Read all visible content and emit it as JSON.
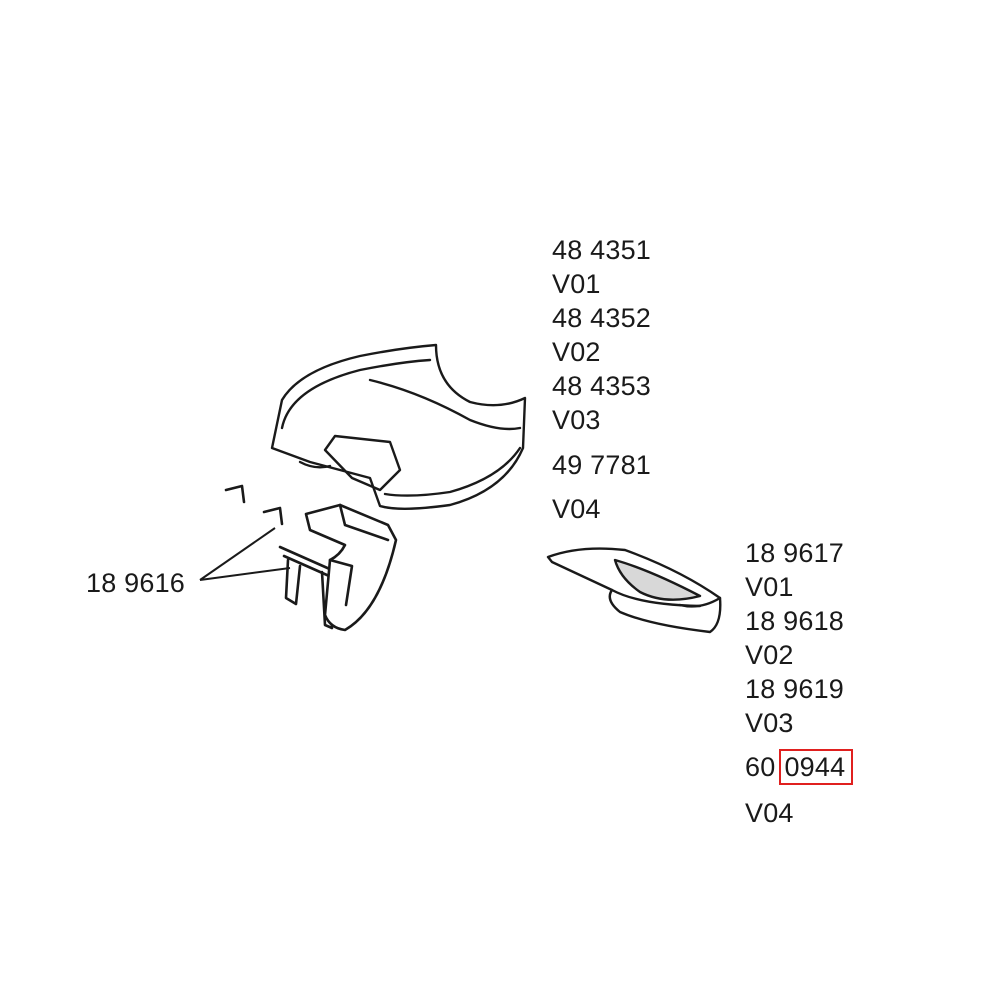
{
  "labels": {
    "left_part": "18 9616",
    "lid_group": [
      "48 4351",
      "V01",
      "48 4352",
      "V02",
      "48 4353",
      "V03",
      "49 7781",
      "V04"
    ],
    "shelf_group": [
      "18 9617",
      "V01",
      "18 9618",
      "V02",
      "18 9619",
      "V03"
    ],
    "shelf_last_prefix": "60",
    "shelf_last_highlight": "0944",
    "shelf_last_variant": "V04"
  },
  "colors": {
    "line": "#1a1a1a",
    "highlight": "#e0201f"
  }
}
